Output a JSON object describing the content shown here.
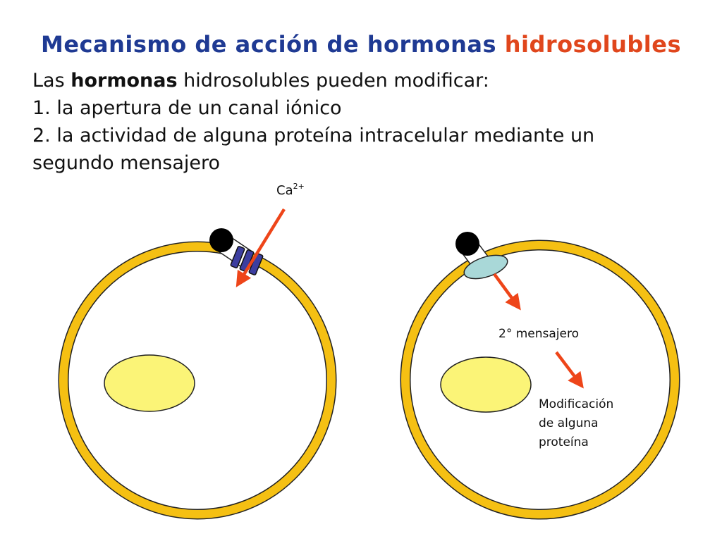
{
  "title": {
    "main": "Mecanismo de acción de hormonas",
    "highlight": "hidrosolubles"
  },
  "intro": {
    "prefix": "Las ",
    "bold": "hormonas",
    "suffix": " hidrosolubles pueden modificar:"
  },
  "points": [
    "1.  la apertura de un canal iónico",
    "2.  la actividad de alguna proteína intracelular mediante un",
    "segundo mensajero"
  ],
  "labels": {
    "ion": "Ca",
    "ion_charge": "2+",
    "second_messenger": "2° mensajero",
    "modification": [
      "Modificación",
      "de alguna",
      "proteína"
    ]
  },
  "colors": {
    "title": "#1f3a93",
    "highlight": "#e0461c",
    "membrane": "#f5c013",
    "nucleus": "#fbf477",
    "arrow": "#ee4519",
    "channel": "#3c3ea0",
    "receptor": "#a9d8d8"
  }
}
